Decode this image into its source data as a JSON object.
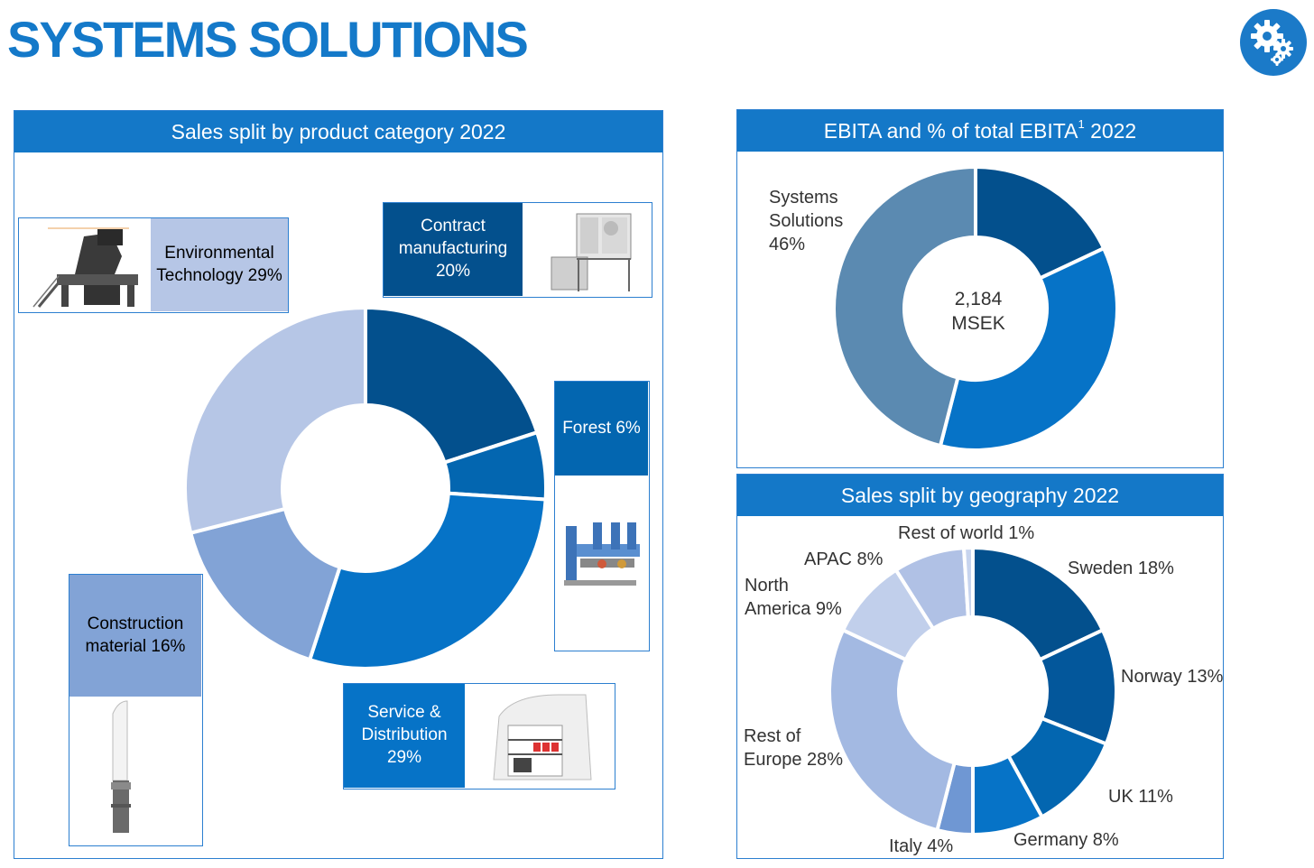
{
  "page_title": "SYSTEMS SOLUTIONS",
  "icon": "gears-icon",
  "colors": {
    "brand": "#1478c8",
    "navy": "#03508d",
    "mid_blue": "#0366b0",
    "bright_blue": "#0673c7",
    "steel": "#5b8ab1",
    "periwinkle": "#82a3d6",
    "lavender": "#b6c6e6"
  },
  "product_panel": {
    "header": "Sales split by product category 2022",
    "cards": {
      "environmental": "Environmental Technology 29%",
      "contract": "Contract manufacturing 20%",
      "forest": "Forest 6%",
      "construction": "Construction material 16%",
      "service": "Service & Distribution 29%"
    }
  },
  "ebita_panel": {
    "header": "EBITA and % of total EBITA",
    "header_sup": "1",
    "header_year": "2022",
    "center_value": "2,184",
    "center_unit": "MSEK",
    "label": "Systems Solutions 46%"
  },
  "geo_panel": {
    "header": "Sales split by geography 2022",
    "labels": {
      "rest_world": "Rest of world 1%",
      "apac": "APAC 8%",
      "north_america": "North America 9%",
      "sweden": "Sweden 18%",
      "norway": "Norway 13%",
      "uk": "UK 11%",
      "germany": "Germany 8%",
      "italy": "Italy 4%",
      "rest_europe": "Rest of Europe 28%"
    }
  },
  "chart_data": [
    {
      "type": "pie",
      "title": "Sales split by product category 2022",
      "series": [
        {
          "values": [
            {
              "label": "Contract manufacturing",
              "value": 20,
              "color": "#03508d"
            },
            {
              "label": "Forest",
              "value": 6,
              "color": "#0366b0"
            },
            {
              "label": "Service & Distribution",
              "value": 29,
              "color": "#0673c7"
            },
            {
              "label": "Construction material",
              "value": 16,
              "color": "#82a3d6"
            },
            {
              "label": "Environmental Technology",
              "value": 29,
              "color": "#b6c6e6"
            }
          ]
        }
      ]
    },
    {
      "type": "pie",
      "title": "EBITA and % of total EBITA 2022",
      "series": [
        {
          "values": [
            {
              "label": "",
              "value": 18,
              "color": "#03508d"
            },
            {
              "label": "",
              "value": 36,
              "color": "#0673c7"
            },
            {
              "label": "Systems Solutions",
              "value": 46,
              "color": "#5b8ab1"
            }
          ]
        }
      ]
    },
    {
      "type": "pie",
      "title": "Sales split by geography 2022",
      "series": [
        {
          "values": [
            {
              "label": "Sweden",
              "value": 18,
              "color": "#03508d"
            },
            {
              "label": "Norway",
              "value": 13,
              "color": "#03579b"
            },
            {
              "label": "UK",
              "value": 11,
              "color": "#0366b0"
            },
            {
              "label": "Germany",
              "value": 8,
              "color": "#0673c7"
            },
            {
              "label": "Italy",
              "value": 4,
              "color": "#6f97d3"
            },
            {
              "label": "Rest of Europe",
              "value": 28,
              "color": "#a3b9e2"
            },
            {
              "label": "North America",
              "value": 9,
              "color": "#c1cfeb"
            },
            {
              "label": "APAC",
              "value": 8,
              "color": "#b0c1e5"
            },
            {
              "label": "Rest of world",
              "value": 1,
              "color": "#c7d4ee"
            }
          ]
        }
      ]
    }
  ]
}
